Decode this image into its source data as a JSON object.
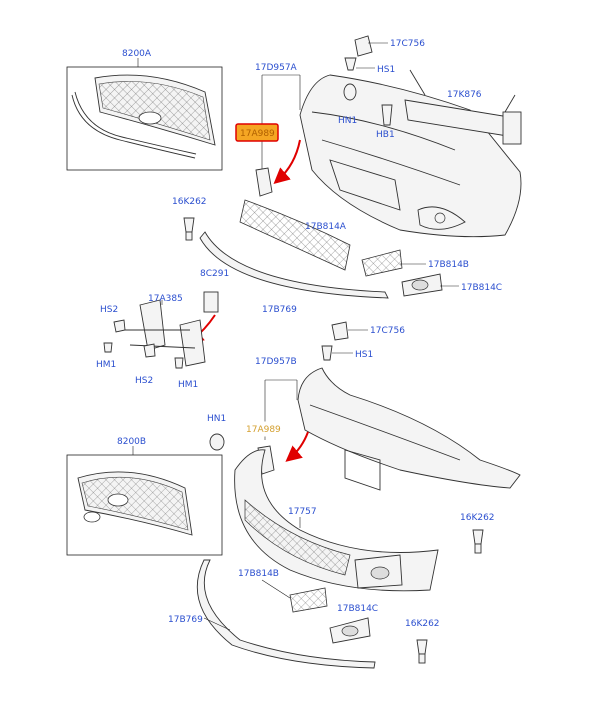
{
  "labels": {
    "top_grille_kit": "8200A",
    "top_bracket": "17D957A",
    "top_highlight": "17A989",
    "top_clip": "17C756",
    "top_hs1": "HS1",
    "top_hn1": "HN1",
    "top_hb1": "HB1",
    "top_reinforcement": "17K876",
    "left_fastener": "16K262",
    "top_lower_grille": "17B814A",
    "top_fog_grille": "17B814B",
    "top_fog_bezel": "17B814C",
    "top_deflector": "17B769",
    "bracket_plate": "8C291",
    "hs2_top": "HS2",
    "bracket_assy": "17A385",
    "hm1_left": "HM1",
    "hs2_bottom": "HS2",
    "hm1_bottom": "HM1",
    "bottom_clip": "17C756",
    "bottom_hs1": "HS1",
    "bottom_bracket": "17D957B",
    "bottom_hn1": "HN1",
    "bottom_highlight": "17A989",
    "bottom_grille_kit": "8200B",
    "bumper_cover": "17757",
    "right_fastener_1": "16K262",
    "bottom_fog_grille": "17B814B",
    "bottom_fog_bezel": "17B814C",
    "bottom_deflector": "17B769",
    "right_fastener_2": "16K262"
  },
  "colors": {
    "label": "#2b4fcf",
    "highlight_fill": "#f5a623",
    "highlight_border": "#e00000",
    "arrow": "#e00000",
    "line": "#333333"
  }
}
